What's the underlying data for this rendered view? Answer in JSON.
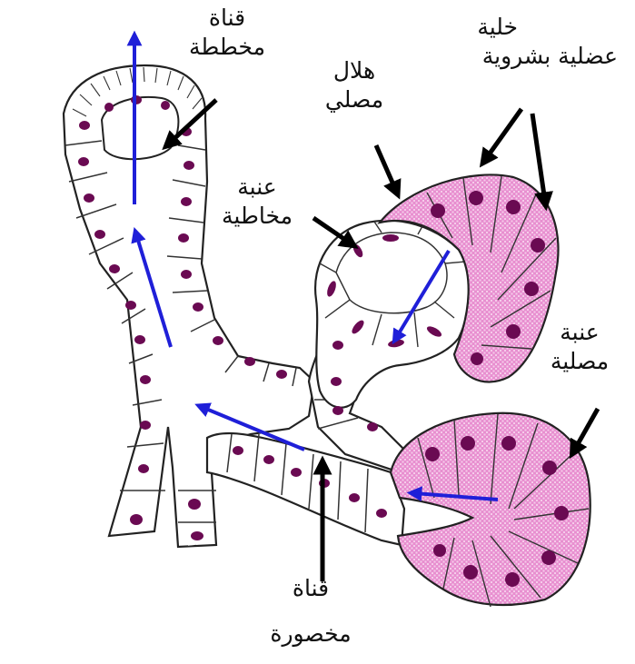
{
  "labels": {
    "striated_duct": [
      "قناة",
      "مخططة"
    ],
    "serous_demilune": [
      "هلال",
      "مصلي"
    ],
    "myoepithelial_cell": [
      "خلية",
      "عضلية بشروية"
    ],
    "mucous_acinus": [
      "عنبة",
      "مخاطية"
    ],
    "serous_acinus": [
      "عنبة",
      "مصلية"
    ],
    "intercalated_duct": [
      "قناة",
      "مخصورة"
    ]
  },
  "colors": {
    "serous_fill": "#e88fd0",
    "nucleus": "#6a0a52",
    "secretion_arrow": "#1f1fd8",
    "pointer_arrow": "#000000",
    "outline": "#222222"
  }
}
